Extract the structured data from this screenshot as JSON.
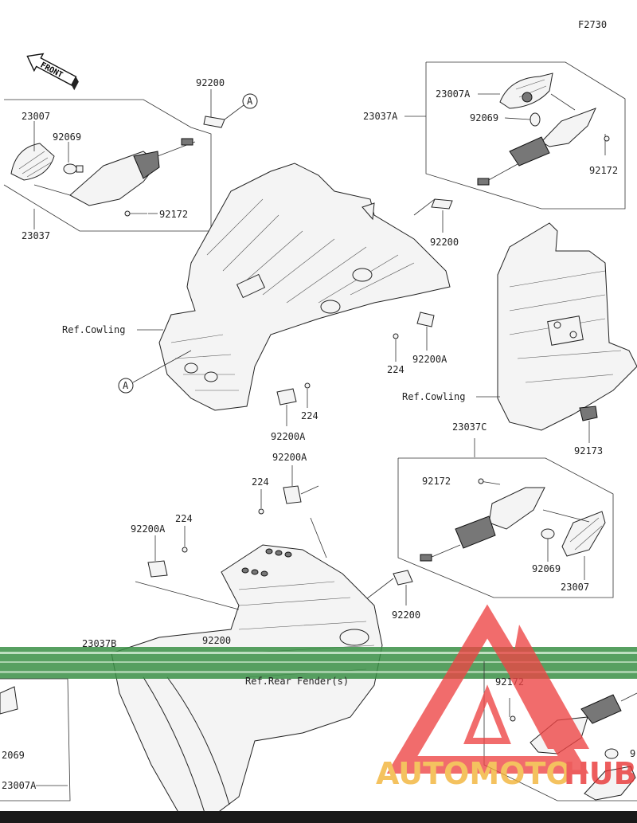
{
  "figure_code": "F2730",
  "front_label": "FRONT",
  "callouts": {
    "a_top": "A",
    "a_left": "A"
  },
  "labels": {
    "l23007": "23007",
    "l92069": "92069",
    "l23037": "23037",
    "l92172_left": "92172",
    "l92200_topleft": "92200",
    "l23007A_top": "23007A",
    "l23037A": "23037A",
    "l92069_topright": "92069",
    "l92172_topright": "92172",
    "l92200_mid": "92200",
    "ref_cowling_left": "Ref.Cowling",
    "l224_a": "224",
    "l92200A_a": "92200A",
    "l224_b": "224",
    "l92200A_b": "92200A",
    "ref_cowling_right": "Ref.Cowling",
    "l92173": "92173",
    "l23037C": "23037C",
    "l92200A_c": "92200A",
    "l224_c": "224",
    "l92172_c": "92172",
    "l92200A_d": "92200A",
    "l224_d": "224",
    "l92069_c": "92069",
    "l23007_c": "23007",
    "l92200_c": "92200",
    "l23037B": "23037B",
    "l92200_bottom": "92200",
    "ref_rear_fender": "Ref.Rear Fender(s)",
    "l92172_bottom": "92172",
    "l2069_bottom": "2069",
    "l23007A_bottom": "23007A",
    "l9_bottom": "9"
  },
  "watermark": {
    "part1": "AUTOMOTO",
    "part2": "HUB",
    "color1": "#f2b233",
    "color2": "#e83030"
  },
  "colors": {
    "band": "#2e8b3a",
    "triangle": "#ee4444"
  }
}
